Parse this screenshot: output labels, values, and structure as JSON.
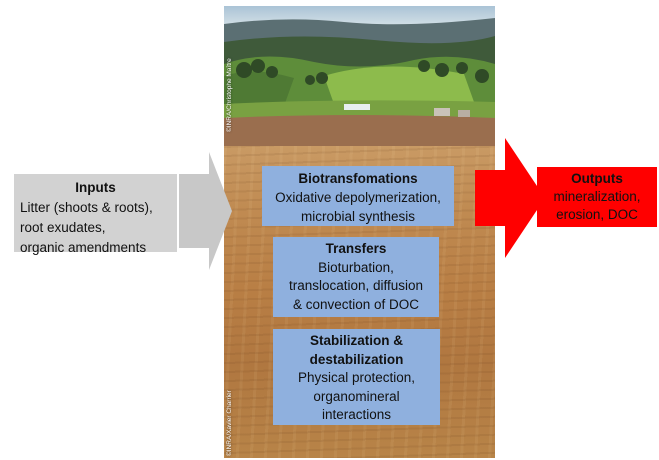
{
  "photo": {
    "credit_top": "©INRA/Christophe Maître",
    "credit_bottom": "©INRA/Xavier Charrier"
  },
  "inputs": {
    "title": "Inputs",
    "lines": [
      "Litter (shoots & roots),",
      "root exudates,",
      "organic amendments"
    ]
  },
  "biotransformations": {
    "title": "Biotransfomations",
    "lines": [
      "Oxidative depolymerization,",
      "microbial synthesis"
    ]
  },
  "transfers": {
    "title": "Transfers",
    "lines": [
      "Bioturbation,",
      "translocation, diffusion",
      "& convection of DOC"
    ]
  },
  "stabilization": {
    "title_lines": [
      "Stabilization &",
      "destabilization"
    ],
    "lines": [
      "Physical protection,",
      "organomineral",
      "interactions"
    ]
  },
  "outputs": {
    "title": "Outputs",
    "lines": [
      "mineralization,",
      "erosion, DOC"
    ]
  },
  "colors": {
    "input_box": "#d2d2d2",
    "input_arrow": "#c8c8c8",
    "output_box": "#ff0000",
    "process_box": "#8fb0de"
  }
}
